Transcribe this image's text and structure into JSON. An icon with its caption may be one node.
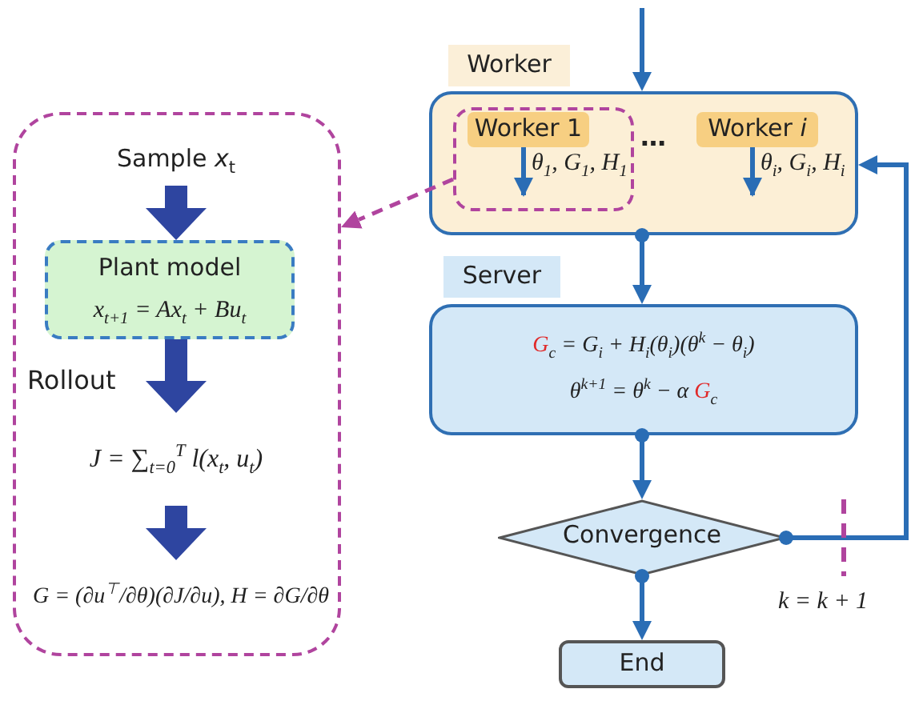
{
  "diagram": {
    "nodes": [
      {
        "text": [],
        "shape": "box"
      },
      {
        "text": [
          "Sample *x*$_{t}$"
        ],
        "in": 0
      },
      {
        "text": [
          "Plant model",
          "x$_{t+1}$ = Ax$_{t}$ + Bu$_{t}$"
        ],
        "in": 0
      },
      {
        "text": [
          "J = ∑$_{t=0}$$^{T}$ l(x$_{t}$, u$_{t}$)"
        ],
        "in": 0
      },
      {
        "text": [
          "G = (∂u$^{⊤}$/∂θ)(∂J/∂u), H = ∂G/∂θ"
        ],
        "in": 0
      },
      {
        "text": [
          "Worker"
        ]
      },
      {
        "text": [],
        "shape": "box"
      },
      {
        "text": [],
        "shape": "box",
        "in": 6
      },
      {
        "text": [
          "Worker 1"
        ],
        "in": 7
      },
      {
        "text": [
          "Worker *i*"
        ],
        "in": 6
      },
      {
        "text": [
          "Server"
        ]
      },
      {
        "text": [
          "*G*$_{c}$ = G$_{i}$ + H$_{i}$(θ$_{i}$)(θ$^{k}$ − θ$_{i}$)",
          "θ$^{k+1}$ = θ$^{k}$ − α *G*$_{c}$"
        ]
      },
      {
        "text": [
          "Convergence"
        ]
      },
      {
        "text": [
          "End"
        ]
      }
    ],
    "edges": [
      {
        "from": null,
        "to": 6,
        "arrow": "to"
      },
      {
        "from": 6,
        "to": 11,
        "arrow": "to"
      },
      {
        "from": 11,
        "to": 12,
        "arrow": "to"
      },
      {
        "from": 12,
        "to": 13,
        "arrow": "to"
      },
      {
        "from": 12,
        "to": 6,
        "arrow": "to",
        "label": "k = k + 1"
      },
      {
        "from": 7,
        "to": 0,
        "arrow": "to",
        "style": "dashed",
        "color": "#b0449e"
      },
      {
        "from": 1,
        "to": 2,
        "arrow": "to",
        "style": "thick",
        "color": "#2e45a0"
      },
      {
        "from": 2,
        "to": 3,
        "arrow": "to",
        "style": "thick",
        "color": "#2e45a0",
        "label": "Rollout"
      },
      {
        "from": 3,
        "to": 4,
        "arrow": "to",
        "style": "thick",
        "color": "#2e45a0"
      },
      {
        "from": 8,
        "to": null,
        "arrow": "to",
        "label": "θ$_{1}$, G$_{1}$, H$_{1}$"
      },
      {
        "from": 9,
        "to": null,
        "arrow": "to",
        "label": "θ$_{i}$, G$_{i}$, H$_{i}$"
      }
    ],
    "labels": [
      "…"
    ]
  }
}
